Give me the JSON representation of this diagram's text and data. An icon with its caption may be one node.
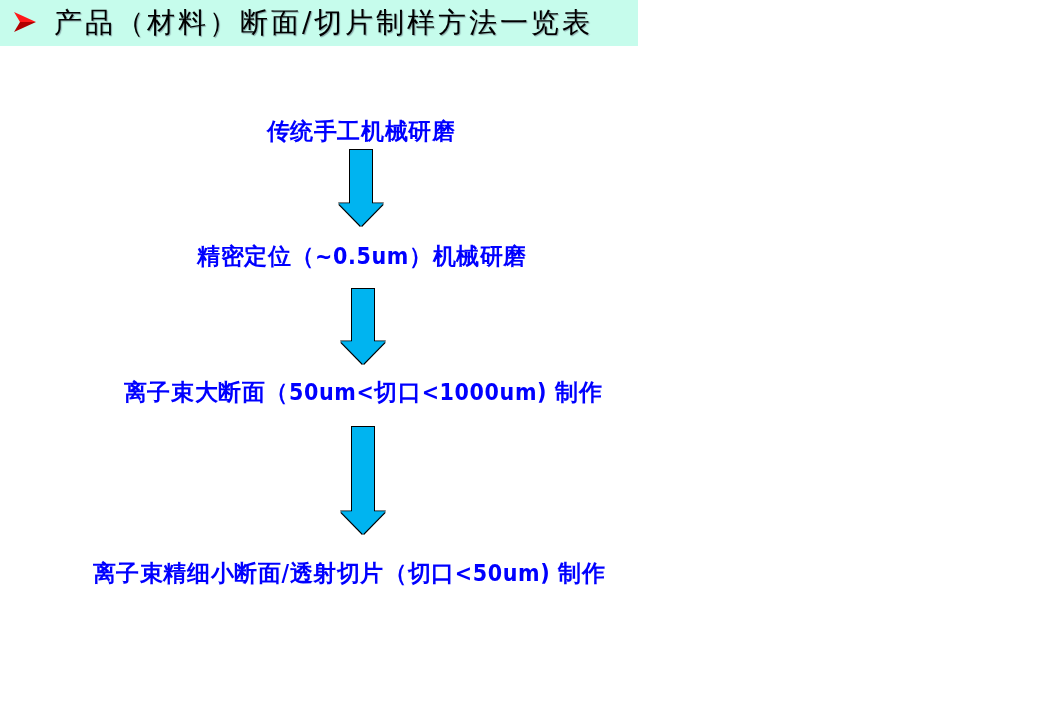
{
  "diagram": {
    "title": "产品（材料）断面/切片制样方法一览表",
    "nodes": [
      {
        "text": [
          "传统手工机械研磨"
        ]
      },
      {
        "text": [
          "精密定位（~0.5um）机械研磨"
        ]
      },
      {
        "text": [
          "离子束大断面（50um<切口<1000um) 制作"
        ]
      },
      {
        "text": [
          "离子束精细小断面/透射切片（切口<50um) 制作"
        ]
      }
    ],
    "edges": [
      {
        "from": 0,
        "to": 1,
        "arrow": "to"
      },
      {
        "from": 1,
        "to": 2,
        "arrow": "to"
      },
      {
        "from": 2,
        "to": 3,
        "arrow": "to"
      }
    ]
  }
}
